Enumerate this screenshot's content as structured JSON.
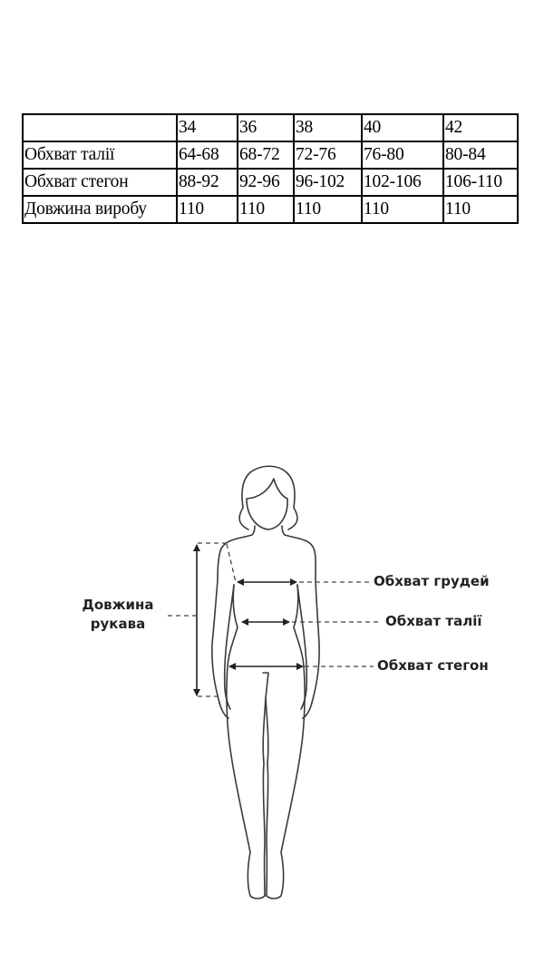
{
  "size_table": {
    "header": [
      "",
      "34",
      "36",
      "38",
      "40",
      "42"
    ],
    "rows": [
      {
        "label": "Обхват талії",
        "values": [
          "64-68",
          "68-72",
          "72-76",
          "76-80",
          "80-84"
        ]
      },
      {
        "label": "Обхват стегон",
        "values": [
          "88-92",
          "92-96",
          "96-102",
          "102-106",
          "106-110"
        ]
      },
      {
        "label": "Довжина виробу",
        "values": [
          "110",
          "110",
          "110",
          "110",
          "110"
        ]
      }
    ]
  },
  "measurement_figure": {
    "sleeve_length_label_line1": "Довжина",
    "sleeve_length_label_line2": "рукава",
    "chest_label": "Обхват грудей",
    "waist_label": "Обхват талії",
    "hips_label": "Обхват стегон",
    "line_color": "#333333"
  }
}
